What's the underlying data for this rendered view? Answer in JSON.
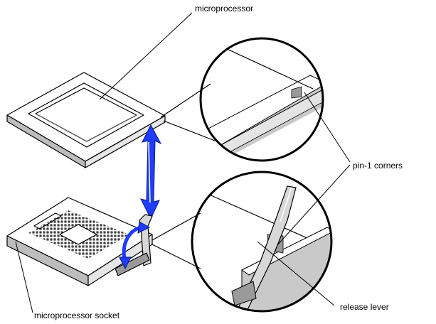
{
  "labels": {
    "microprocessor": "microprocessor",
    "pin1_corners": "pin-1 corners",
    "microprocessor_socket": "microprocessor socket",
    "release_lever": "release lever"
  },
  "colors": {
    "arrow_blue": "#1f3cff",
    "line": "#000000",
    "shade": "#cfcfcf",
    "dark_shade": "#9a9a9a"
  }
}
